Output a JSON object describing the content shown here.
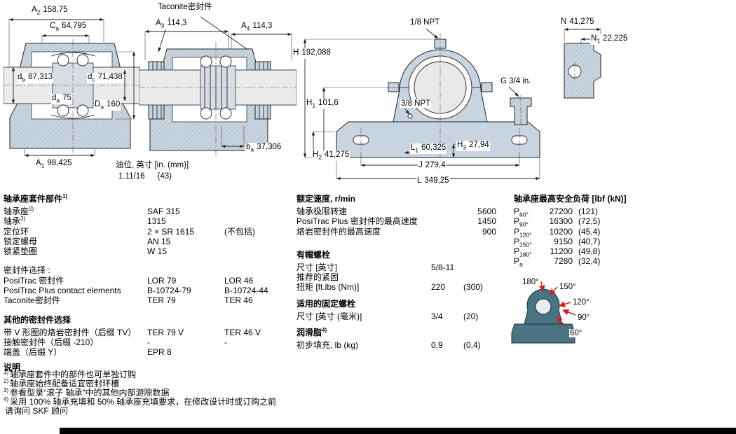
{
  "colors": {
    "housing_fill": "#c8d4df",
    "shaft_fill": "#ebebeb",
    "load_diagram_fill": "#4a7383",
    "load_arrow_red": "#cc2222"
  },
  "dims": {
    "d1": {
      "A2": {
        "m": "A",
        "s": "2",
        "v": "158,75"
      },
      "Ca": {
        "m": "C",
        "s": "a",
        "v": "64,795"
      },
      "db": {
        "m": "d",
        "s": "b",
        "v": "87,313"
      },
      "da": {
        "m": "d",
        "s": "a",
        "v": "75"
      },
      "dc": {
        "m": "d",
        "s": "c",
        "v": "71,438"
      },
      "Da": {
        "m": "D",
        "s": "a",
        "v": "160"
      },
      "A1": {
        "m": "A",
        "s": "1",
        "v": "98,425"
      }
    },
    "d2": {
      "title": "Taconite密封件",
      "A3": {
        "m": "A",
        "s": "3",
        "v": "114,3"
      },
      "A4": {
        "m": "A",
        "s": "4",
        "v": "114,3"
      },
      "ba": {
        "m": "b",
        "s": "a",
        "v": "37,306"
      },
      "oil_label": "油位, 英寸 [in. (mm)]",
      "oil_v1": "1.11/16",
      "oil_v2": "(43)"
    },
    "d3": {
      "npt_top": "1/8 NPT",
      "npt_side": "3/8 NPT",
      "H": {
        "m": "H",
        "s": "",
        "v": "192,088"
      },
      "H1": {
        "m": "H",
        "s": "1",
        "v": "101,6"
      },
      "H2": {
        "m": "H",
        "s": "2",
        "v": "41,275"
      },
      "H3": {
        "m": "H",
        "s": "3",
        "v": "27,94"
      },
      "L1": {
        "m": "L",
        "s": "1",
        "v": "60,325"
      },
      "J": {
        "m": "J",
        "s": "",
        "v": "279,4"
      },
      "L": {
        "m": "L",
        "s": "",
        "v": "349,25"
      }
    },
    "d4": {
      "N": {
        "m": "N",
        "s": "",
        "v": "41,275"
      },
      "N1": {
        "m": "N",
        "s": "1",
        "v": "22,225"
      },
      "G": "G 3/4 in."
    }
  },
  "angle_labels": [
    "180°",
    "150°",
    "120°",
    "90°",
    "60°"
  ],
  "parts_table": {
    "header": {
      "text": "轴承座套件部件",
      "sup": "1)"
    },
    "rows": [
      {
        "label": "轴承座",
        "sup": "2)",
        "c1": "SAF 315",
        "c2": ""
      },
      {
        "label": "轴承",
        "sup": "3)",
        "c1": "1315",
        "c2": ""
      },
      {
        "label": "定位环",
        "sup": "",
        "c1": "2 × SR 1615",
        "c2": "(不包括)"
      },
      {
        "label": "锁定螺母",
        "sup": "",
        "c1": "AN 15",
        "c2": ""
      },
      {
        "label": "锁紧垫圈",
        "sup": "",
        "c1": "W 15",
        "c2": ""
      }
    ],
    "seals_header": "密封件选择 :",
    "seal_rows": [
      {
        "label": "PosiTrac 密封件",
        "c1": "LOR 79",
        "c2": "LOR 46"
      },
      {
        "label": "PosiTrac Plus contact elements",
        "c1": "B-10724-79",
        "c2": "B-10724-44"
      },
      {
        "label": "Taconite密封件",
        "c1": "TER 79",
        "c2": "TER 46"
      }
    ],
    "other_header": "其他的密封件选择",
    "other_rows": [
      {
        "label": "带 V 形圈的烙岩密封件（后缀 TV）",
        "c1": "TER 79 V",
        "c2": "TER 46 V"
      },
      {
        "label": "接触密封件（后缀 -210）",
        "c1": "-",
        "c2": "-"
      },
      {
        "label": "端盖（后缀 Y）",
        "c1": "EPR 8",
        "c2": ""
      }
    ]
  },
  "speed_table": {
    "header": "额定速度, r/min",
    "rows": [
      {
        "label": "轴承极限转速",
        "v": "5600"
      },
      {
        "label": "PosiTrac Plus 密封件的最高速度",
        "v": "1450"
      },
      {
        "label": "烙岩密封件的最高速度",
        "v": "900"
      }
    ],
    "capbolt_header": "有帽螺栓",
    "capbolt_rows": [
      {
        "label": "尺寸 [英寸]",
        "v1": "5/8-11",
        "v2": ""
      },
      {
        "label": "推荐的紧固",
        "v1": "",
        "v2": ""
      },
      {
        "label": "扭矩 [ft.lbs (Nm)]",
        "v1": "220",
        "v2": "(300)"
      }
    ],
    "fixbolt_header": "适用的固定螺栓",
    "fixbolt_rows": [
      {
        "label": "尺寸 [英寸 (毫米)]",
        "v1": "3/4",
        "v2": "(20)"
      }
    ],
    "grease_header": {
      "text": "润滑脂",
      "sup": "4)"
    },
    "grease_rows": [
      {
        "label": "初步填充, lb (kg)",
        "v1": "0,9",
        "v2": "(0,4)"
      }
    ]
  },
  "load_table": {
    "header": "轴承座最高安全负荷 [lbf (kN)]",
    "rows": [
      {
        "m": "P",
        "s": "60°",
        "v": "27200",
        "p": "(121)"
      },
      {
        "m": "P",
        "s": "90°",
        "v": "16300",
        "p": "(72,5)"
      },
      {
        "m": "P",
        "s": "120°",
        "v": "10200",
        "p": "(45,4)"
      },
      {
        "m": "P",
        "s": "150°",
        "v": "9150",
        "p": "(40,7)"
      },
      {
        "m": "P",
        "s": "180°",
        "v": "11200",
        "p": "(49,8)"
      },
      {
        "m": "P",
        "s": "a",
        "v": "7280",
        "p": "(32,4)"
      }
    ]
  },
  "notes": {
    "header": "说明",
    "items": [
      {
        "sup": "1)",
        "text": "轴承座套件中的部件也可单独订购"
      },
      {
        "sup": "2)",
        "text": "轴承座始终配备适宜密封环槽"
      },
      {
        "sup": "3)",
        "text": "参看型录“滚子 轴承”中的其他内部游隙数据"
      },
      {
        "sup": "4)",
        "text": "采用 100% 轴承充填和 50% 轴承座充填要求，在修改设计时或订购之前"
      },
      {
        "sup": "",
        "text": "请询问 SKF 顾问"
      }
    ]
  }
}
